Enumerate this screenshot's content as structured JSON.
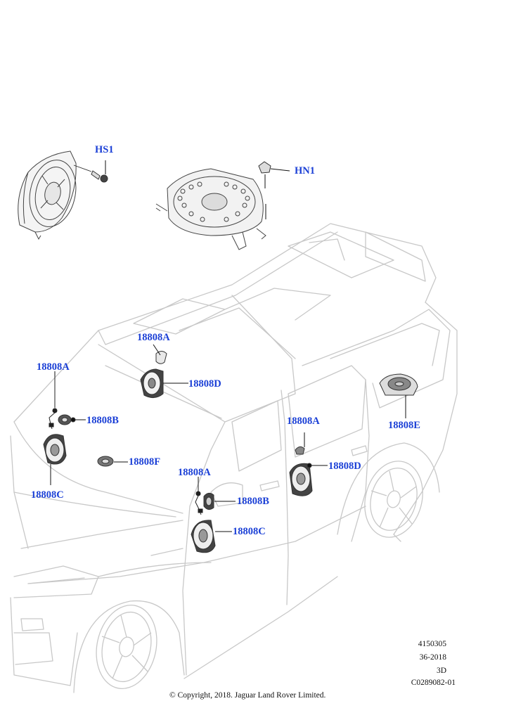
{
  "diagram": {
    "callouts": {
      "hs1": "HS1",
      "hn1": "HN1",
      "a_windshield": "18808A",
      "d_windshield": "18808D",
      "a_front_left": "18808A",
      "b_front_left": "18808B",
      "c_front_left": "18808C",
      "f_front_left": "18808F",
      "a_front_door": "18808A",
      "b_front_door": "18808B",
      "c_front_door": "18808C",
      "a_rear_door": "18808A",
      "d_rear_door": "18808D",
      "e_rear": "18808E"
    },
    "reference": {
      "line1": "4150305",
      "line2": "36-2018",
      "line3": "3D",
      "line4": "C0289082-01"
    },
    "copyright": "© Copyright, 2018. Jaguar Land Rover Limited."
  },
  "colors": {
    "callout": "#1a3fd6",
    "car_outline": "#c8c8c8",
    "part_outline": "#444444"
  }
}
